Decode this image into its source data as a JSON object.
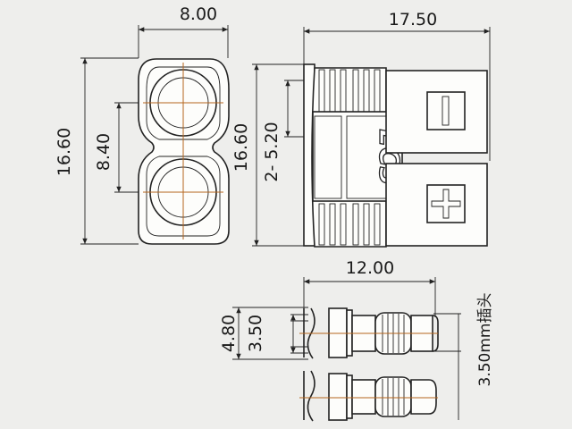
{
  "front_view": {
    "width_dim": "8.00",
    "height_dim": "16.60",
    "pitch_dim": "8.40"
  },
  "side_view": {
    "length_dim": "17.50",
    "height_dim": "16.60",
    "slot_dim": "2- 5.20",
    "logo": "EC3",
    "minus_symbol": "−",
    "plus_symbol": "+"
  },
  "pin_view": {
    "length_dim": "12.00",
    "outer_dia_dim": "4.80",
    "inner_dia_dim": "3.50",
    "pin_label": "3.50mm插头"
  },
  "colors": {
    "centerline": "#b5651d",
    "line": "#222222",
    "background": "#eeeeec"
  }
}
